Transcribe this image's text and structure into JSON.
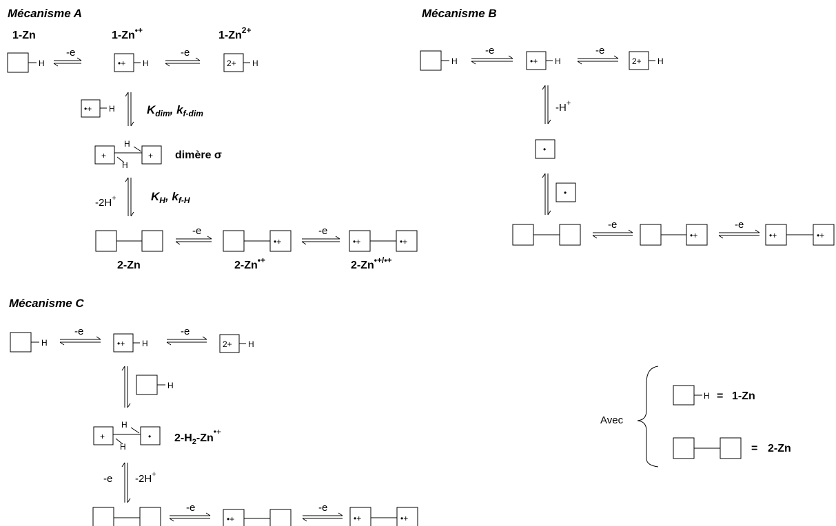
{
  "mechanisms": {
    "A": {
      "title": "Mécanisme A",
      "label_1zn": "1-Zn",
      "label_1zn_rad": "1-Zn",
      "label_1zn_rad_sup": "•+",
      "label_1zn_2": "1-Zn",
      "label_1zn_2_sup": "2+",
      "step_dim": {
        "K": "K",
        "K_sub": "dim",
        "sep": ", ",
        "k": "k",
        "k_sub": "f-dim"
      },
      "dimer_label": "dimère σ",
      "step_H": {
        "left": "-2H",
        "left_sup": "+",
        "K": "K",
        "K_sub": "H",
        "sep": ", ",
        "k": "k",
        "k_sub": "f-H"
      },
      "label_2zn": "2-Zn",
      "label_2zn_rad": "2-Zn",
      "label_2zn_rad_sup": "•+",
      "label_2zn_dirad": "2-Zn",
      "label_2zn_dirad_sup": "•+/•+"
    },
    "B": {
      "title": "Mécanisme B",
      "step_H": "-H",
      "step_H_sup": "+"
    },
    "C": {
      "title": "Mécanisme C",
      "intermediate": "2-H",
      "intermediate_sub": "2",
      "intermediate_tail": "-Zn",
      "intermediate_sup": "•+",
      "step_left": "-e",
      "step_right": "-2H",
      "step_right_sup": "+"
    }
  },
  "common": {
    "oxidation": "-e",
    "H": "H",
    "rad_cat": "•+",
    "dication": "2+",
    "cation": "+",
    "radical": "•"
  },
  "legend": {
    "avec": "Avec",
    "eq1": "=",
    "name1": "1-Zn",
    "eq2": "=",
    "name2": "2-Zn"
  }
}
